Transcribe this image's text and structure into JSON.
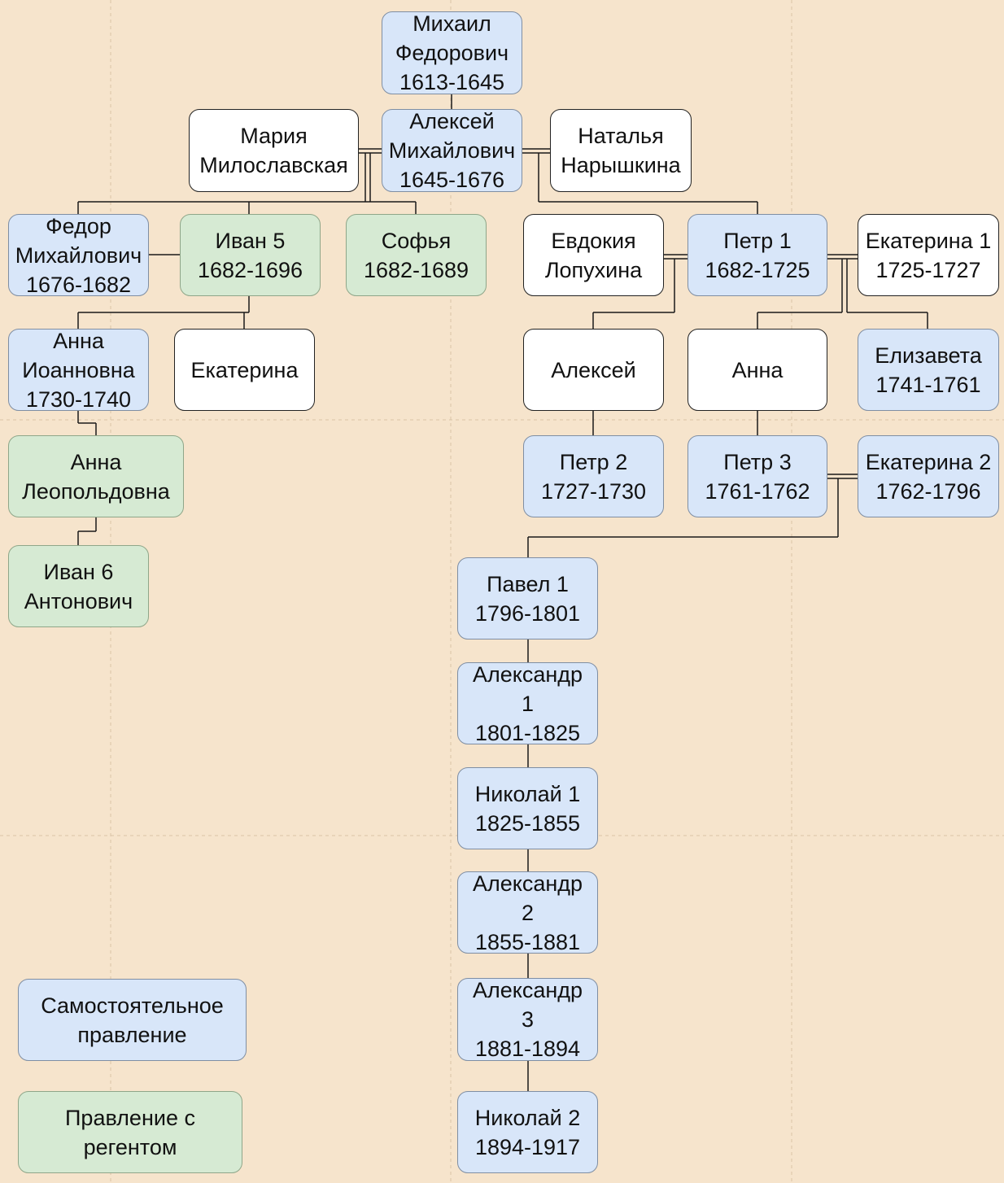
{
  "colors": {
    "background": "#f6e4cc",
    "self_rule": "#d8e6f9",
    "regent_rule": "#d6ead3",
    "non_ruler": "#ffffff",
    "line": "#1a1a1a"
  },
  "nodes": {
    "mikhail": {
      "text": "Михаил\nФедорович\n1613-1645",
      "kind": "blue"
    },
    "maria": {
      "text": "Мария\nМилославская",
      "kind": "white"
    },
    "alexei_m": {
      "text": "Алексей\nМихайлович\n1645-1676",
      "kind": "blue"
    },
    "natalia": {
      "text": "Наталья\nНарышкина",
      "kind": "white"
    },
    "fedor": {
      "text": "Федор\nМихайлович\n1676-1682",
      "kind": "blue"
    },
    "ivan5": {
      "text": "Иван 5\n1682-1696",
      "kind": "green"
    },
    "sofia": {
      "text": "Софья\n1682-1689",
      "kind": "green"
    },
    "evdokia": {
      "text": "Евдокия\nЛопухина",
      "kind": "white"
    },
    "peter1": {
      "text": "Петр 1\n1682-1725",
      "kind": "blue"
    },
    "catherine1": {
      "text": "Екатерина 1\n1725-1727",
      "kind": "white"
    },
    "anna_ioann": {
      "text": "Анна\nИоанновна\n1730-1740",
      "kind": "blue"
    },
    "ekaterina": {
      "text": "Екатерина",
      "kind": "white"
    },
    "alexei": {
      "text": "Алексей",
      "kind": "white"
    },
    "anna": {
      "text": "Анна",
      "kind": "white"
    },
    "elizaveta": {
      "text": "Елизавета\n1741-1761",
      "kind": "blue"
    },
    "anna_leop": {
      "text": "Анна\nЛеопольдовна",
      "kind": "green"
    },
    "peter2": {
      "text": "Петр 2\n1727-1730",
      "kind": "blue"
    },
    "peter3": {
      "text": "Петр 3\n1761-1762",
      "kind": "blue"
    },
    "catherine2": {
      "text": "Екатерина 2\n1762-1796",
      "kind": "blue"
    },
    "ivan6": {
      "text": "Иван 6\nАнтонович",
      "kind": "green"
    },
    "pavel1": {
      "text": "Павел 1\n1796-1801",
      "kind": "blue"
    },
    "alexander1": {
      "text": "Александр\n1\n1801-1825",
      "kind": "blue"
    },
    "nicholas1": {
      "text": "Николай 1\n1825-1855",
      "kind": "blue"
    },
    "alexander2": {
      "text": "Александр\n2\n1855-1881",
      "kind": "blue"
    },
    "alexander3": {
      "text": "Александр\n3\n1881-1894",
      "kind": "blue"
    },
    "nicholas2": {
      "text": "Николай 2\n1894-1917",
      "kind": "blue"
    },
    "legend_self": {
      "text": "Самостоятельное\nправление",
      "kind": "blue"
    },
    "legend_regent": {
      "text": "Правление с\nрегентом",
      "kind": "green"
    }
  }
}
